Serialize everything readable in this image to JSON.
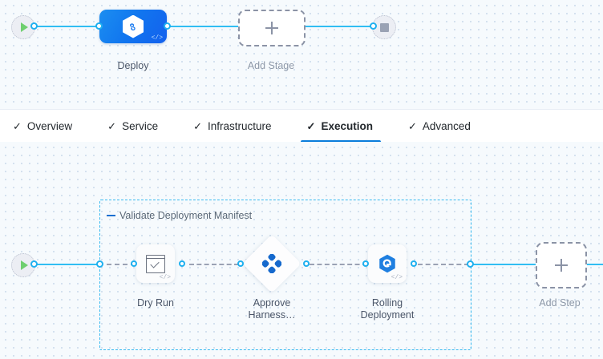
{
  "stage_canvas": {
    "start_node": {
      "name": "pipeline-start",
      "icon": "play-icon"
    },
    "end_node": {
      "name": "pipeline-end",
      "icon": "stop-icon"
    },
    "stage": {
      "label": "Deploy",
      "icon": "harness-deploy-icon",
      "code_badge": "</>"
    },
    "add_stage": {
      "label": "Add Stage",
      "icon": "plus-icon"
    }
  },
  "tabs": {
    "check_glyph": "✓",
    "items": [
      {
        "label": "Overview",
        "active": false
      },
      {
        "label": "Service",
        "active": false
      },
      {
        "label": "Infrastructure",
        "active": false
      },
      {
        "label": "Execution",
        "active": true
      },
      {
        "label": "Advanced",
        "active": false
      }
    ]
  },
  "execution_canvas": {
    "start_node": {
      "name": "execution-start",
      "icon": "play-icon"
    },
    "group": {
      "label": "Validate Deployment Manifest",
      "collapse_icon": "minus-icon"
    },
    "steps": [
      {
        "label": "Dry Run",
        "icon": "dry-run-check-icon",
        "code_badge": "</>"
      },
      {
        "label": "Approve\nHarness…",
        "icon": "harness-approval-icon",
        "code_badge": ""
      },
      {
        "label": "Rolling\nDeployment",
        "icon": "rolling-deployment-icon",
        "code_badge": "</>"
      }
    ],
    "add_step": {
      "label": "Add Step",
      "icon": "plus-icon"
    }
  },
  "colors": {
    "accent_blue": "#0a7ddb",
    "link_blue": "#31bdf2",
    "stage_blue": "#1175ef",
    "group_border": "#36b9f0",
    "dashed_grey": "#9aa2b4",
    "canvas_bg": "#f6fafd",
    "text_dark": "#22272c",
    "text_muted": "#8d98a8"
  }
}
